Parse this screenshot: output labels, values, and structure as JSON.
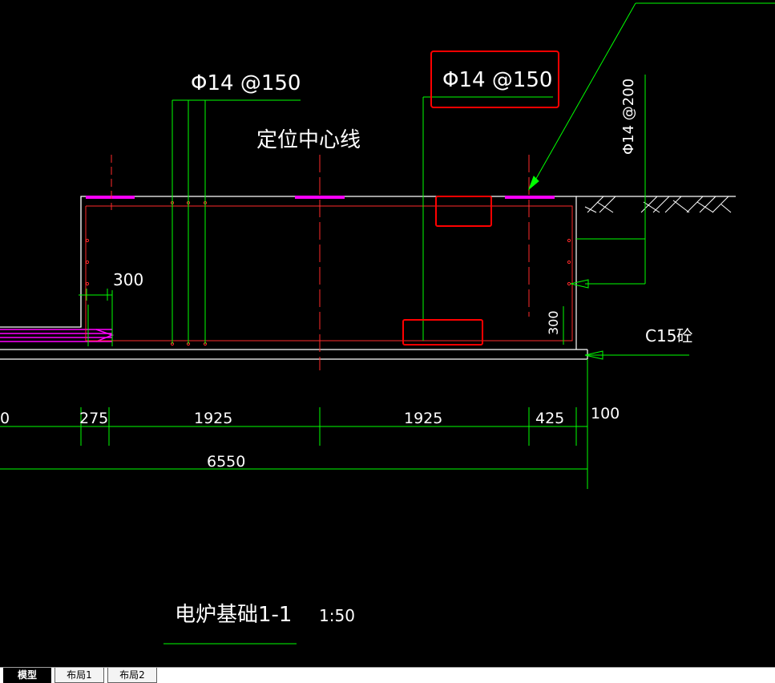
{
  "drawing": {
    "rebar_label_left": "Φ14 @150",
    "rebar_label_center": "Φ14 @150",
    "rebar_label_right": "Φ14 @200",
    "center_line_label": "定位中心线",
    "dim_300_left": "300",
    "dim_300_right": "300",
    "concrete_label": "C15砼",
    "dim_100": "100",
    "dims_row1": [
      "0",
      "275",
      "1925",
      "1925",
      "425"
    ],
    "dim_total": "6550",
    "section_title": "电炉基础1-1",
    "scale": "1:50"
  },
  "colors": {
    "background": "#000000",
    "outline": "#ffffff",
    "rebar_red": "#ff2a2a",
    "dimension_green": "#00ff00",
    "magenta": "#ff00ff",
    "highlight_red": "#ff0000"
  },
  "tabs": [
    {
      "label": "模型",
      "active": true
    },
    {
      "label": "布局1",
      "active": false
    },
    {
      "label": "布局2",
      "active": false
    }
  ]
}
